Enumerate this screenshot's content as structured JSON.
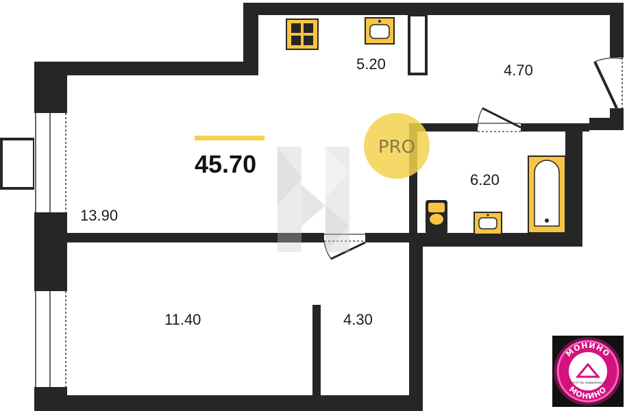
{
  "plan": {
    "total_area": "45.70",
    "rooms": [
      {
        "id": "kitchen",
        "area": "5.20"
      },
      {
        "id": "room-top-right",
        "area": "4.70"
      },
      {
        "id": "living-room",
        "area": "13.90"
      },
      {
        "id": "bathroom",
        "area": "6.20"
      },
      {
        "id": "bedroom",
        "area": "11.40"
      },
      {
        "id": "closet",
        "area": "4.30"
      }
    ]
  },
  "watermark": {
    "pro": "PRO"
  },
  "logo": {
    "top": "МОНИНО",
    "bottom": "МОНИНО",
    "tagline": "Агентство недвижимости"
  },
  "colors": {
    "wall": "#262626",
    "fixture": "#f6c543",
    "accent": "#f3d24e",
    "logo_ring": "#e0178a"
  }
}
